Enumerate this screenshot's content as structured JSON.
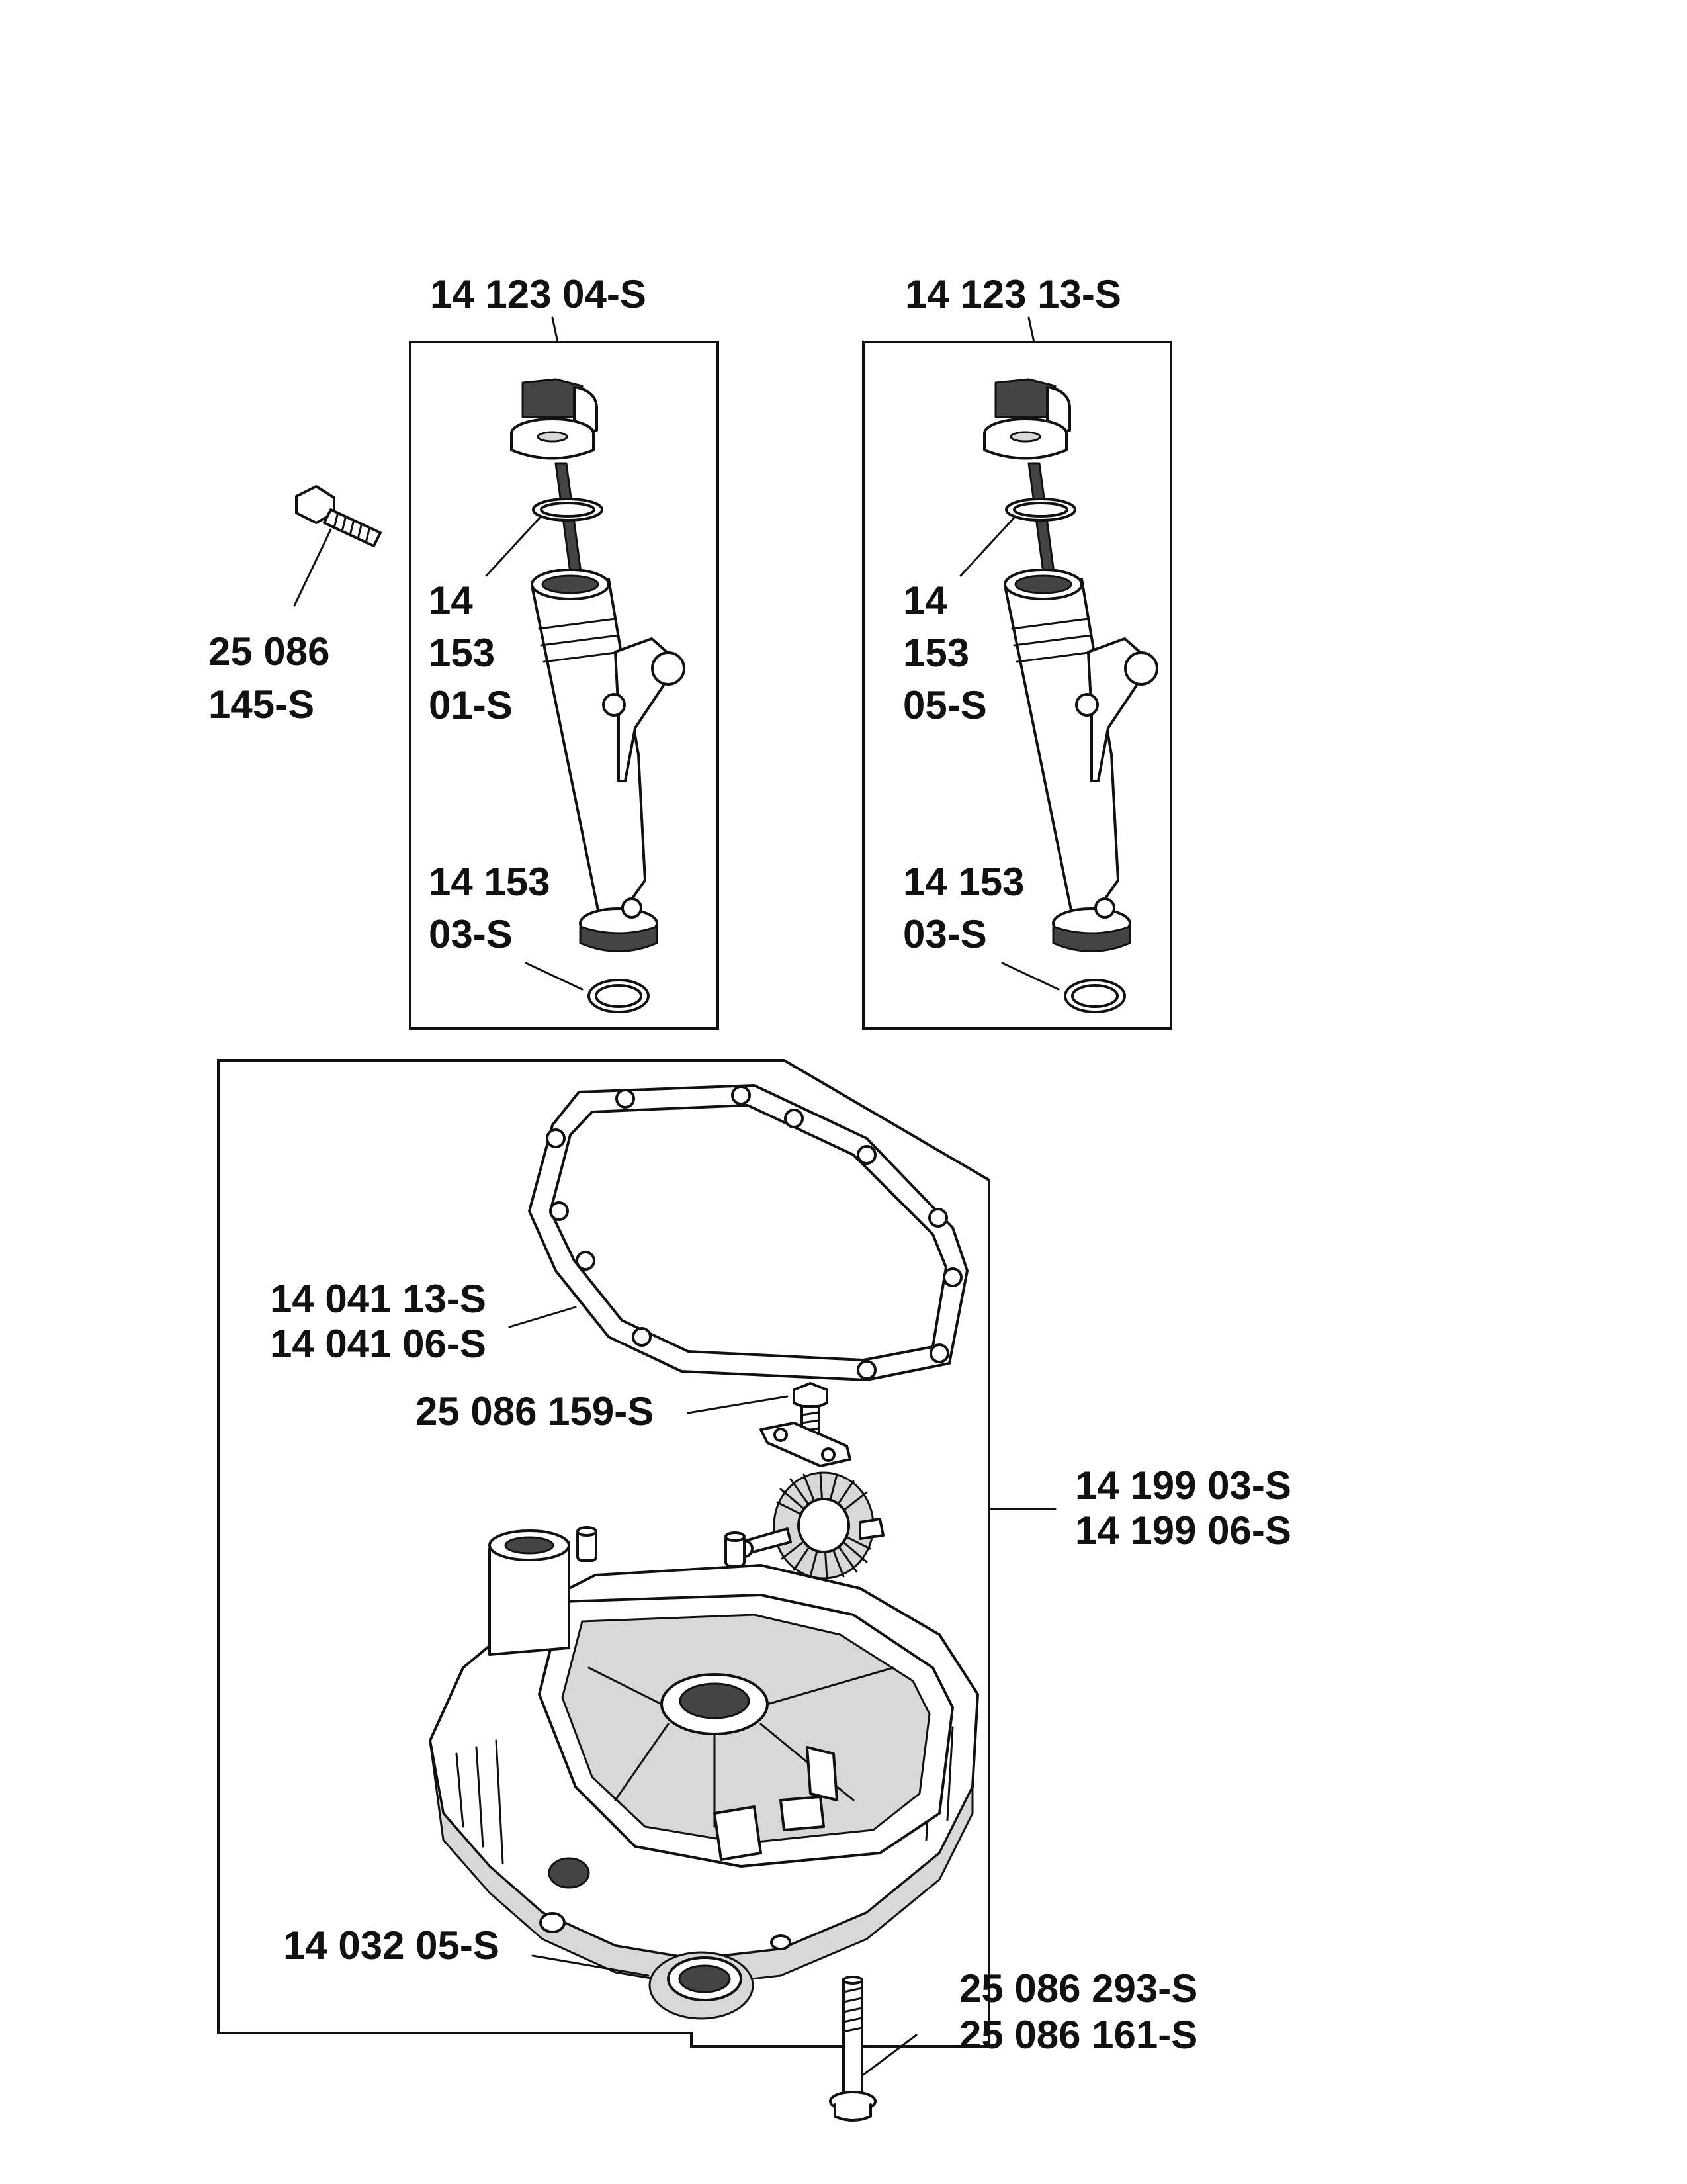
{
  "labels": {
    "assembly_left": "14 123 04-S",
    "assembly_right": "14 123 13-S",
    "bolt_top_1": "25 086",
    "bolt_top_2": "145-S",
    "oring_left_1": "14",
    "oring_left_2": "153",
    "oring_left_3": "01-S",
    "oring_right_1": "14",
    "oring_right_2": "153",
    "oring_right_3": "05-S",
    "seal_left_1": "14 153",
    "seal_left_2": "03-S",
    "seal_right_1": "14 153",
    "seal_right_2": "03-S",
    "gasket_1": "14 041 13-S",
    "gasket_2": "14 041 06-S",
    "screw_mid": "25 086 159-S",
    "sump_1": "14 199 03-S",
    "sump_2": "14 199 06-S",
    "oil_seal": "14 032 05-S",
    "bolt_bottom_1": "25 086 293-S",
    "bolt_bottom_2": "25 086 161-S"
  }
}
